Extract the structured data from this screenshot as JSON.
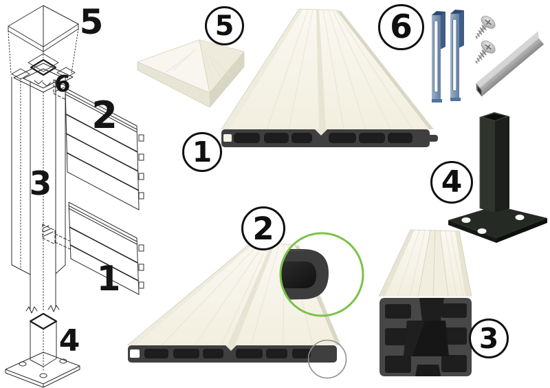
{
  "left_diagram": {
    "labels": [
      {
        "part": "post-cap",
        "text": "5"
      },
      {
        "part": "panel-bracket",
        "text": "6"
      },
      {
        "part": "upper-panel",
        "text": "2"
      },
      {
        "part": "post",
        "text": "3"
      },
      {
        "part": "lower-panel",
        "text": "1"
      },
      {
        "part": "anchor-base",
        "text": "4"
      }
    ]
  },
  "callouts": [
    {
      "part": "fence-boards",
      "text": "1"
    },
    {
      "part": "boards-underside",
      "text": "2"
    },
    {
      "part": "post-profile",
      "text": "3"
    },
    {
      "part": "anchor-base-post",
      "text": "4"
    },
    {
      "part": "post-cap",
      "text": "5"
    },
    {
      "part": "hardware-kit",
      "text": "6"
    }
  ],
  "renders": {
    "post_cap": {
      "icon": "pyramid-post-cap-3d"
    },
    "fence_boards": {
      "icon": "hollow-composite-boards-3d"
    },
    "hardware_kit": {
      "icon": "brackets-screws-steel-tube-3d"
    },
    "anchor_base_post": {
      "icon": "steel-base-post-with-plate-3d"
    },
    "boards_underside": {
      "icon": "boards-underside-with-zoom-detail-3d"
    },
    "post_profile": {
      "icon": "post-profile-cross-section-3d"
    }
  },
  "highlights": {
    "green_circle": {
      "name": "green-magnifier-circle",
      "color": "#79c247"
    },
    "gray_circle": {
      "name": "gray-detail-circle",
      "color": "#8f8f8f"
    }
  },
  "colors": {
    "background": "#ffffff",
    "line_art": "#2d2d2d",
    "ink": "#0f0f0f",
    "board_cream": "#f8f6ee",
    "board_cream_shade": "#e9e5d5",
    "profile_gray": "#3f3f3f",
    "chamber_black": "#1d1d1d",
    "bracket_blue": "#4e6d9a",
    "bracket_blue_light": "#93a7bd",
    "steel": "#a9a9a9",
    "base_black": "#262a24",
    "green_highlight": "#79c247",
    "gray_highlight": "#8f8f8f"
  }
}
